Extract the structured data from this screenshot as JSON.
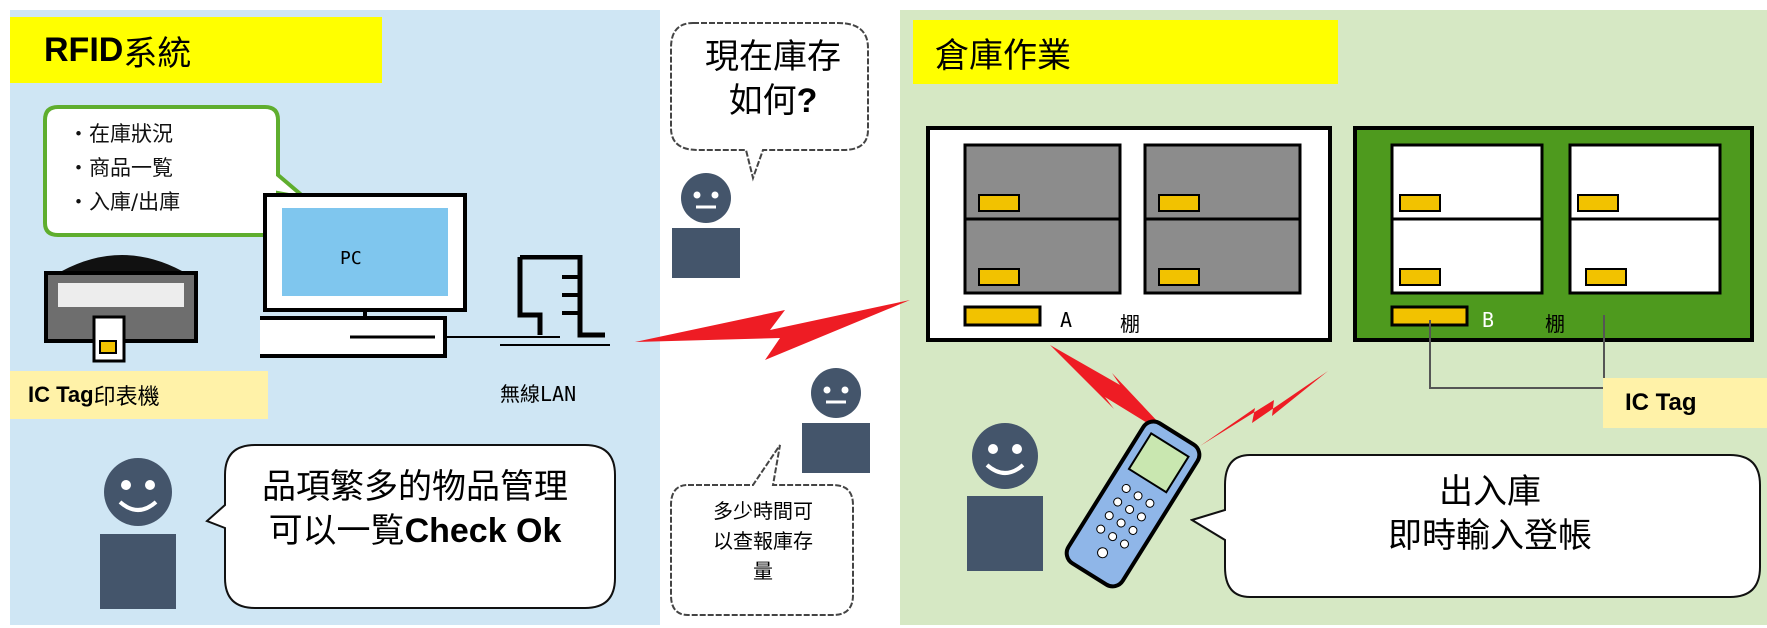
{
  "left": {
    "title_bold": "RFID",
    "title_rest": "系統",
    "menu": [
      "・在庫狀況",
      "・商品一覧",
      "・入庫/出庫"
    ],
    "pc_label": "PC",
    "lan_label": "無線LAN",
    "printer_label_bold": "IC Tag",
    "printer_label_rest": "印表機",
    "bubble_line1": "品項繁多的物品管理",
    "bubble_line2_text": "可以一覧",
    "bubble_line2_bold": "Check Ok"
  },
  "middle": {
    "question_line1": "現在庫存",
    "question_line2_text": "如何",
    "question_line2_bold": "?",
    "bubble_lines": [
      "多少時間可",
      "以查報庫存",
      "量"
    ]
  },
  "right": {
    "title": "倉庫作業",
    "shelf_a_label": "A",
    "shelf_b_label": "B",
    "shelf_char": "棚",
    "ic_tag_label": "IC Tag",
    "bubble_line1": "出入庫",
    "bubble_line2": "即時輸入登帳"
  },
  "colors": {
    "title_yellow": "#ffff00",
    "left_bg": "#cfe6f4",
    "right_bg": "#d6e8c4",
    "shelf_green": "#4e9a1e",
    "tag_yellow": "#f2c200",
    "lightning_red": "#ee1c24",
    "person_slate": "#44556b"
  },
  "icons": [
    "person-icon",
    "rfid-printer-icon",
    "computer-icon",
    "wireless-router-icon",
    "handheld-scanner-icon",
    "lightning-icon",
    "shelf-icon"
  ]
}
